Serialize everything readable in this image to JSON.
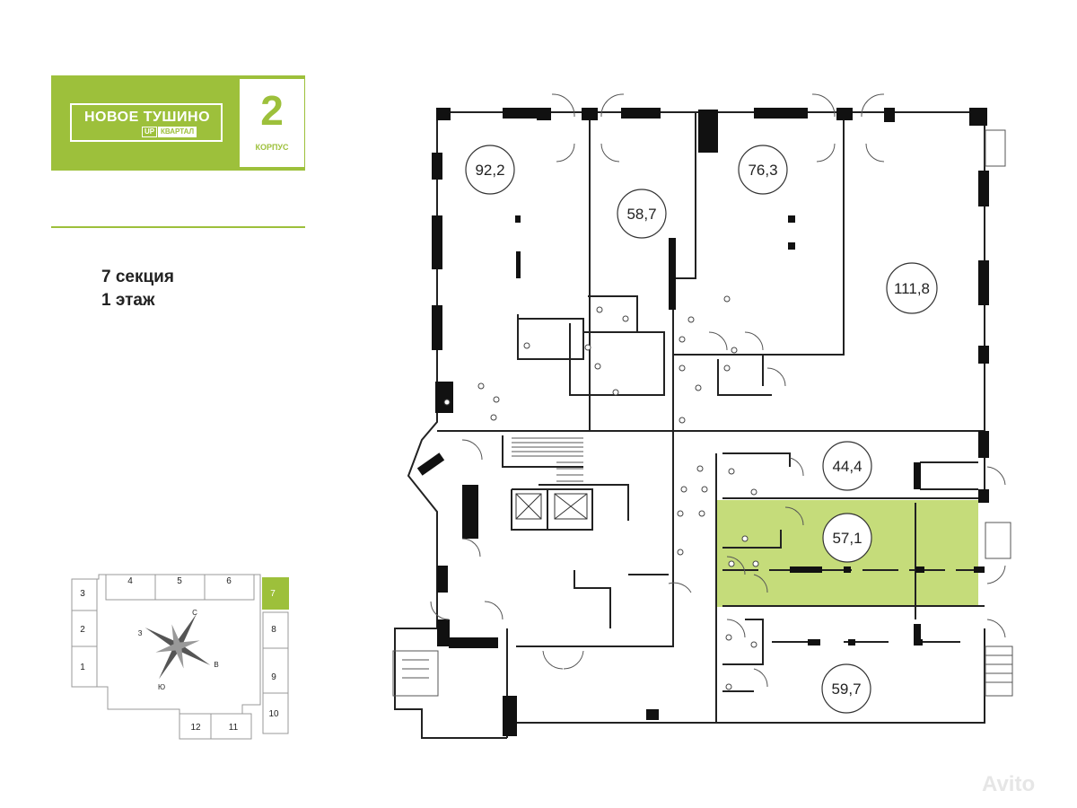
{
  "logo": {
    "title": "НОВОЕ ТУШИНО",
    "up": "UP",
    "kvartal": "КВАРТАЛ",
    "number": "2",
    "korpus": "КОРПУС"
  },
  "section": {
    "line1": "7 секция",
    "line2": "1 этаж"
  },
  "units": [
    "92,2",
    "58,7",
    "76,3",
    "111,8",
    "44,4",
    "57,1",
    "59,7"
  ],
  "highlight_color": "#c5dc7a",
  "brand_color": "#9dc03b",
  "minimap": {
    "sections": [
      "1",
      "2",
      "3",
      "4",
      "5",
      "6",
      "7",
      "8",
      "9",
      "10",
      "11",
      "12"
    ],
    "compass": [
      "С",
      "В",
      "Ю",
      "З"
    ]
  },
  "watermark": "Avito"
}
